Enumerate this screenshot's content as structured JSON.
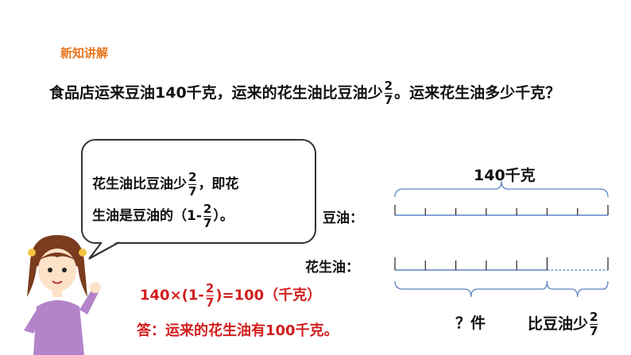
{
  "section_label": "新知讲解",
  "problem": {
    "text_before": "食品店运来豆油140千克，运来的花生油比豆油少",
    "frac_num": "2",
    "frac_den": "7",
    "text_after": "。运来花生油多少千克？"
  },
  "bubble": {
    "line1_before": "花生油比豆油少",
    "line1_after": "，即花",
    "line2_before": "生油是豆油的（1-",
    "line2_after": "）。",
    "frac_num": "2",
    "frac_den": "7"
  },
  "diagram": {
    "total_label": "140千克",
    "soy_label": "豆油：",
    "peanut_label": "花生油：",
    "unknown_label": "？件",
    "less_label": "比豆油少",
    "frac_num": "2",
    "frac_den": "7",
    "segments": 7,
    "peanut_segments": 5
  },
  "calc": {
    "before": "140×(1-",
    "after": ")=100（千克）",
    "frac_num": "2",
    "frac_den": "7"
  },
  "answer": "答：运来的花生油有100千克。",
  "colors": {
    "accent": "#e8741c",
    "red": "#d21e1e",
    "line": "#5b84c4"
  }
}
